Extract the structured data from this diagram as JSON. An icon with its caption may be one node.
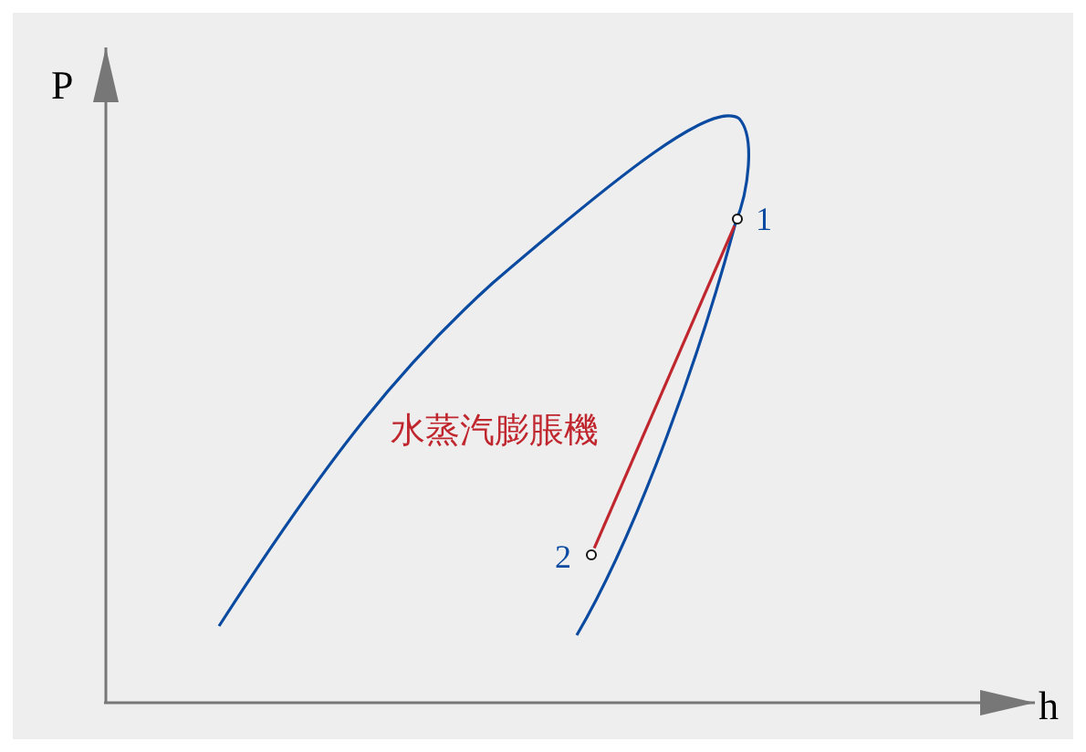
{
  "diagram": {
    "nodes": [
      {
        "text": [],
        "shape": "circle",
        "beside": [
          "1"
        ]
      },
      {
        "text": [],
        "shape": "circle",
        "beside": [
          "2"
        ]
      }
    ],
    "edges": [
      {
        "from": 0,
        "to": 1,
        "arrow": "none",
        "label": "水蒸汽膨脹機"
      }
    ],
    "labels": [
      "P",
      "h"
    ]
  }
}
